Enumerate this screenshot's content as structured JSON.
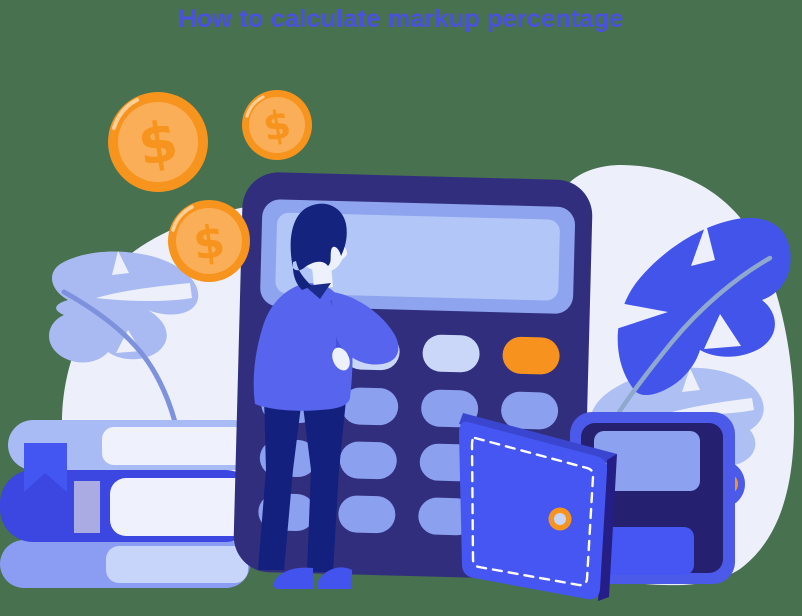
{
  "header": {
    "title": "How to calculate markup percentage"
  },
  "illustration": {
    "description-elements": [
      "dollar-coin-large",
      "dollar-coin-small",
      "dollar-coin-medium",
      "calculator",
      "calculator-display",
      "calculator-keypad",
      "orange-key",
      "person-looking-at-calculator",
      "stack-of-books",
      "bookmark-ribbon",
      "wallet-with-snap",
      "monstera-plant-left",
      "monstera-plant-right"
    ],
    "coin_symbol": "$",
    "colors": {
      "background_green": "#47714F",
      "title_blue": "#4A50E1",
      "blob_lavender": "#EDF0FA",
      "coin_ring_orange": "#F7941E",
      "coin_fill": "#FBAE58",
      "coin_highlight": "#FDCE96",
      "calculator_body": "#322E7E",
      "display_frame": "#8EA4EE",
      "display_screen": "#B2C7F7",
      "button_light": "#CAD7F8",
      "button_periwinkle": "#8BA0EF",
      "button_orange": "#F7921E",
      "person_hair": "#14237E",
      "person_skin": "#EDF1FB",
      "sweater_blue": "#5765EE",
      "pants_navy": "#13207D",
      "shoes_blue": "#4354EE",
      "book_top_spine": "#A8BBF4",
      "book_blue": "#3B47E0",
      "book_bottom": "#8B9DF2",
      "bookmark_blue": "#4356F2",
      "wallet_body": "#4C5AEA",
      "wallet_interior": "#262070",
      "wallet_flap": "#4656F2",
      "leaf_light": "#A9BAF3",
      "leaf_blue": "#4354EA"
    }
  }
}
